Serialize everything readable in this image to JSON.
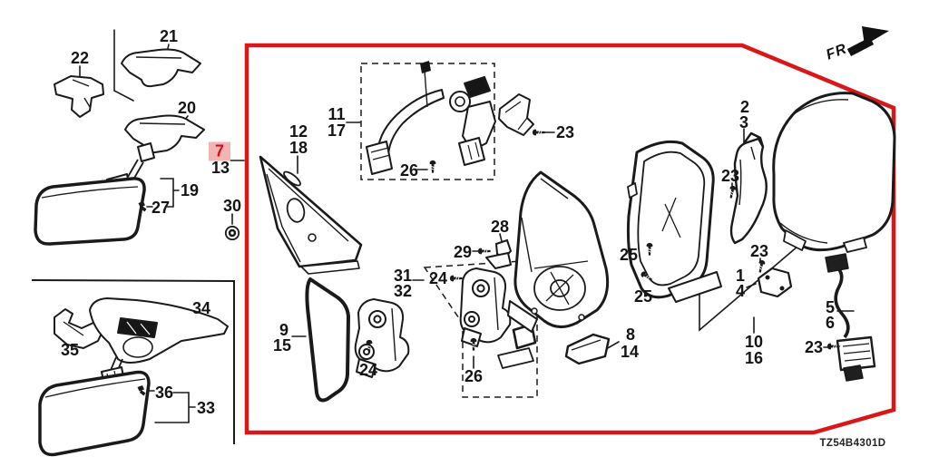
{
  "figure": {
    "code": "TZ54B4301D",
    "direction_label": "FR.",
    "description": "mirror parts exploded diagram"
  },
  "colors": {
    "line": "#1a1a1a",
    "highlight_box": "#d81818",
    "callout_highlight_bg": "#f4b4b4",
    "callout_highlight_text": "#c31616"
  },
  "callouts": [
    {
      "part": "22"
    },
    {
      "part": "21"
    },
    {
      "part": "20"
    },
    {
      "part": "19"
    },
    {
      "part": "27"
    },
    {
      "part": "7"
    },
    {
      "part": "13"
    },
    {
      "part": "30"
    },
    {
      "part": "34"
    },
    {
      "part": "35"
    },
    {
      "part": "36"
    },
    {
      "part": "33"
    },
    {
      "part": "12"
    },
    {
      "part": "18"
    },
    {
      "part": "11"
    },
    {
      "part": "17"
    },
    {
      "part": "26"
    },
    {
      "part": "23"
    },
    {
      "part": "28"
    },
    {
      "part": "29"
    },
    {
      "part": "31"
    },
    {
      "part": "32"
    },
    {
      "part": "24"
    },
    {
      "part": "24"
    },
    {
      "part": "9"
    },
    {
      "part": "15"
    },
    {
      "part": "26"
    },
    {
      "part": "8"
    },
    {
      "part": "14"
    },
    {
      "part": "25"
    },
    {
      "part": "25"
    },
    {
      "part": "2"
    },
    {
      "part": "3"
    },
    {
      "part": "23"
    },
    {
      "part": "23"
    },
    {
      "part": "1"
    },
    {
      "part": "4"
    },
    {
      "part": "10"
    },
    {
      "part": "16"
    },
    {
      "part": "5"
    },
    {
      "part": "6"
    },
    {
      "part": "23"
    }
  ]
}
